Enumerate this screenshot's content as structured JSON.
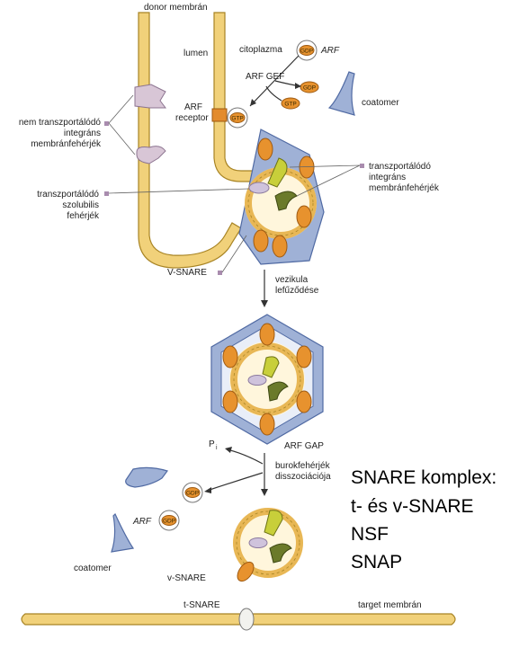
{
  "labels": {
    "donor_membrane": "donor membrán",
    "lumen": "lumen",
    "cytoplasm": "citoplazma",
    "arf_top": "ARF",
    "arf_gef": "ARF GEF",
    "arf_receptor_line1": "ARF",
    "arf_receptor_line2": "receptor",
    "coatomer_top": "coatomer",
    "nem_transport_line1": "nem transzportálódó",
    "nem_transport_line2": "integráns",
    "nem_transport_line3": "membránfehérjék",
    "transport_soluble_line1": "transzportálódó",
    "transport_soluble_line2": "szolubilis",
    "transport_soluble_line3": "fehérjék",
    "transport_integral_line1": "transzportálódó",
    "transport_integral_line2": "integráns",
    "transport_integral_line3": "membránfehérjék",
    "vsnare_top": "V-SNARE",
    "budding_line1": "vezikula",
    "budding_line2": "lefűződése",
    "arf_gap": "ARF GAP",
    "pi": "P",
    "pi_sub": "i",
    "uncoating_line1": "burokfehérjék",
    "uncoating_line2": "disszociációja",
    "arf_bottom": "ARF",
    "coatomer_bottom": "coatomer",
    "vsnare_bottom": "v-SNARE",
    "tsnare": "t-SNARE",
    "target_membrane": "target membrán",
    "gdp": "GDP",
    "gtp": "GTP"
  },
  "snare_box": {
    "line1": "SNARE komplex:",
    "line2": "t- és v-SNARE",
    "line3": "NSF",
    "line4": "SNAP"
  },
  "colors": {
    "membrane": "#f1d17a",
    "coat": "#9fb1d6",
    "cargo_orange": "#e7922e",
    "cargo_yellow_green": "#c8cf3a",
    "cargo_olive": "#6b7a2a",
    "soluble_lavender": "#cfc3dc",
    "pointer_square": "#a98cae"
  }
}
